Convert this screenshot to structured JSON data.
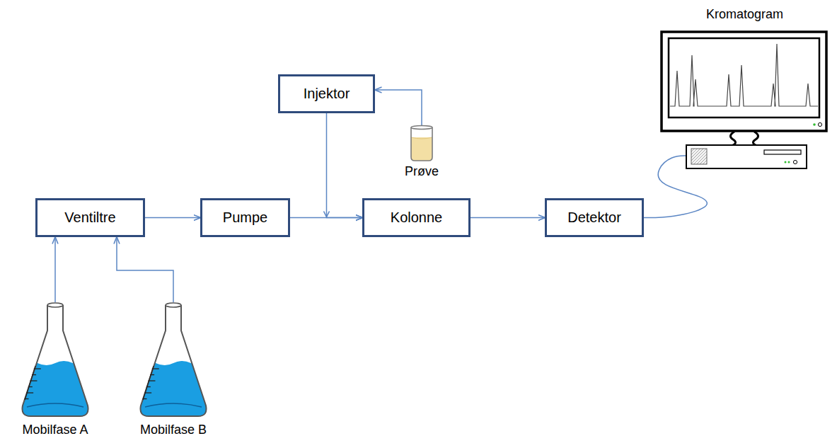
{
  "diagram": {
    "nodes": [
      {
        "text": [
          "Injektor"
        ]
      },
      {
        "text": [
          "Prøve"
        ]
      },
      {
        "text": [
          "Ventiltre"
        ]
      },
      {
        "text": [
          "Pumpe"
        ]
      },
      {
        "text": [
          "Kolonne"
        ]
      },
      {
        "text": [
          "Detektor"
        ]
      },
      {
        "text": [
          "Kromatogram"
        ]
      },
      {
        "text": [
          "Mobilfase A"
        ]
      },
      {
        "text": [
          "Mobilfase B"
        ]
      }
    ],
    "edges": [
      {
        "from": 7,
        "to": 2,
        "arrow": "to"
      },
      {
        "from": 8,
        "to": 2,
        "arrow": "to"
      },
      {
        "from": 2,
        "to": 3,
        "arrow": "to"
      },
      {
        "from": 1,
        "to": 0,
        "arrow": "to"
      },
      {
        "from": 0,
        "to": 4,
        "arrow": "to"
      },
      {
        "from": 3,
        "to": 4,
        "arrow": "to"
      },
      {
        "from": 4,
        "to": 5,
        "arrow": "to"
      },
      {
        "from": 5,
        "to": 6,
        "arrow": "none"
      }
    ]
  }
}
